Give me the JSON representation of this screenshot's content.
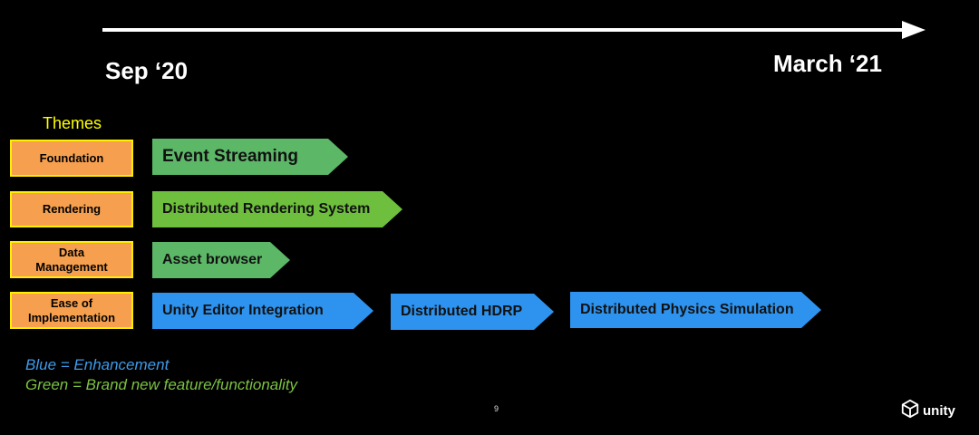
{
  "timeline": {
    "start_label": "Sep ‘20",
    "end_label": "March ‘21"
  },
  "themes_heading": "Themes",
  "themes": [
    {
      "label": "Foundation"
    },
    {
      "label": "Rendering"
    },
    {
      "label": "Data\nManagement"
    },
    {
      "label": "Ease of\nImplementation"
    }
  ],
  "items": [
    {
      "label": "Event Streaming",
      "theme": "Foundation",
      "category": "Brand new feature/functionality",
      "color": "#5cb767"
    },
    {
      "label": "Distributed Rendering System",
      "theme": "Rendering",
      "category": "Brand new feature/functionality",
      "color": "#6dbf3d"
    },
    {
      "label": "Asset browser",
      "theme": "Data Management",
      "category": "Brand new feature/functionality",
      "color": "#5cb767"
    },
    {
      "label": "Unity Editor Integration",
      "theme": "Ease of Implementation",
      "category": "Enhancement",
      "color": "#2d93ee"
    },
    {
      "label": "Distributed HDRP",
      "theme": "Ease of Implementation",
      "category": "Enhancement",
      "color": "#2d93ee"
    },
    {
      "label": "Distributed Physics Simulation",
      "theme": "Ease of Implementation",
      "category": "Enhancement",
      "color": "#2d93ee"
    }
  ],
  "legend": {
    "blue": "Blue = Enhancement",
    "green": "Green = Brand new feature/functionality",
    "blue_color": "#3d9be9",
    "green_color": "#7cc242"
  },
  "page_number": "9",
  "logo": {
    "text": "unity",
    "icon": "unity-cube-icon"
  },
  "colors": {
    "background": "#000000",
    "theme_box_fill": "#f6a04f",
    "theme_box_border": "#ffee00",
    "themes_heading": "#ffff00"
  }
}
